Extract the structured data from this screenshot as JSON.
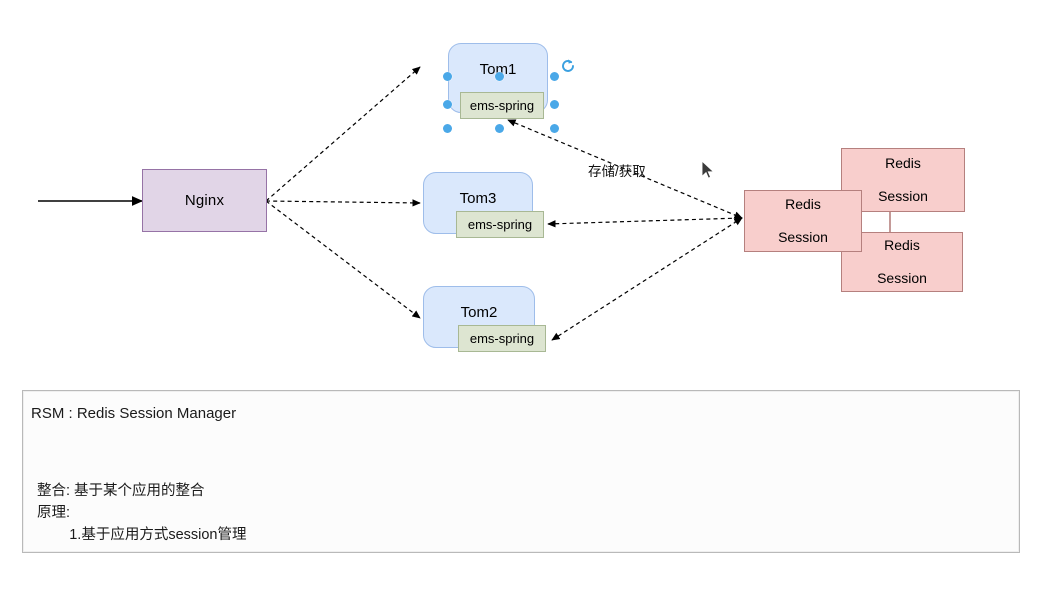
{
  "diagram": {
    "type": "architecture-flow",
    "entry_arrow": {
      "name": "incoming-request-arrow",
      "style": "solid"
    },
    "load_balancer": {
      "label": "Nginx",
      "fill": "#e1d5e7",
      "stroke": "#9673a6"
    },
    "app_servers": [
      {
        "label": "Tom1",
        "module": "ems-spring",
        "selected": true
      },
      {
        "label": "Tom3",
        "module": "ems-spring",
        "selected": false
      },
      {
        "label": "Tom2",
        "module": "ems-spring",
        "selected": false
      }
    ],
    "app_fill": "#dae8fc",
    "app_stroke": "#9ebdea",
    "module_fill": "#dde5d1",
    "module_stroke": "#a8b894",
    "edge_label": "存储/获取",
    "store": {
      "primary": {
        "line1": "Redis",
        "line2": "Session"
      },
      "replicas": [
        {
          "line1": "Redis",
          "line2": "Session"
        },
        {
          "line1": "Redis",
          "line2": "Session"
        }
      ],
      "fill": "#f8cecc",
      "stroke": "#b5807e"
    },
    "selection": {
      "rotate_icon": "rotate-icon",
      "handle_color": "#4aa8e8",
      "handle_count": 8
    },
    "cursor_icon": "mouse-pointer-icon"
  },
  "panel": {
    "title": "RSM : Redis Session Manager",
    "lines": [
      "整合: 基于某个应用的整合",
      "原理:",
      "        1.基于应用方式session管理"
    ]
  }
}
